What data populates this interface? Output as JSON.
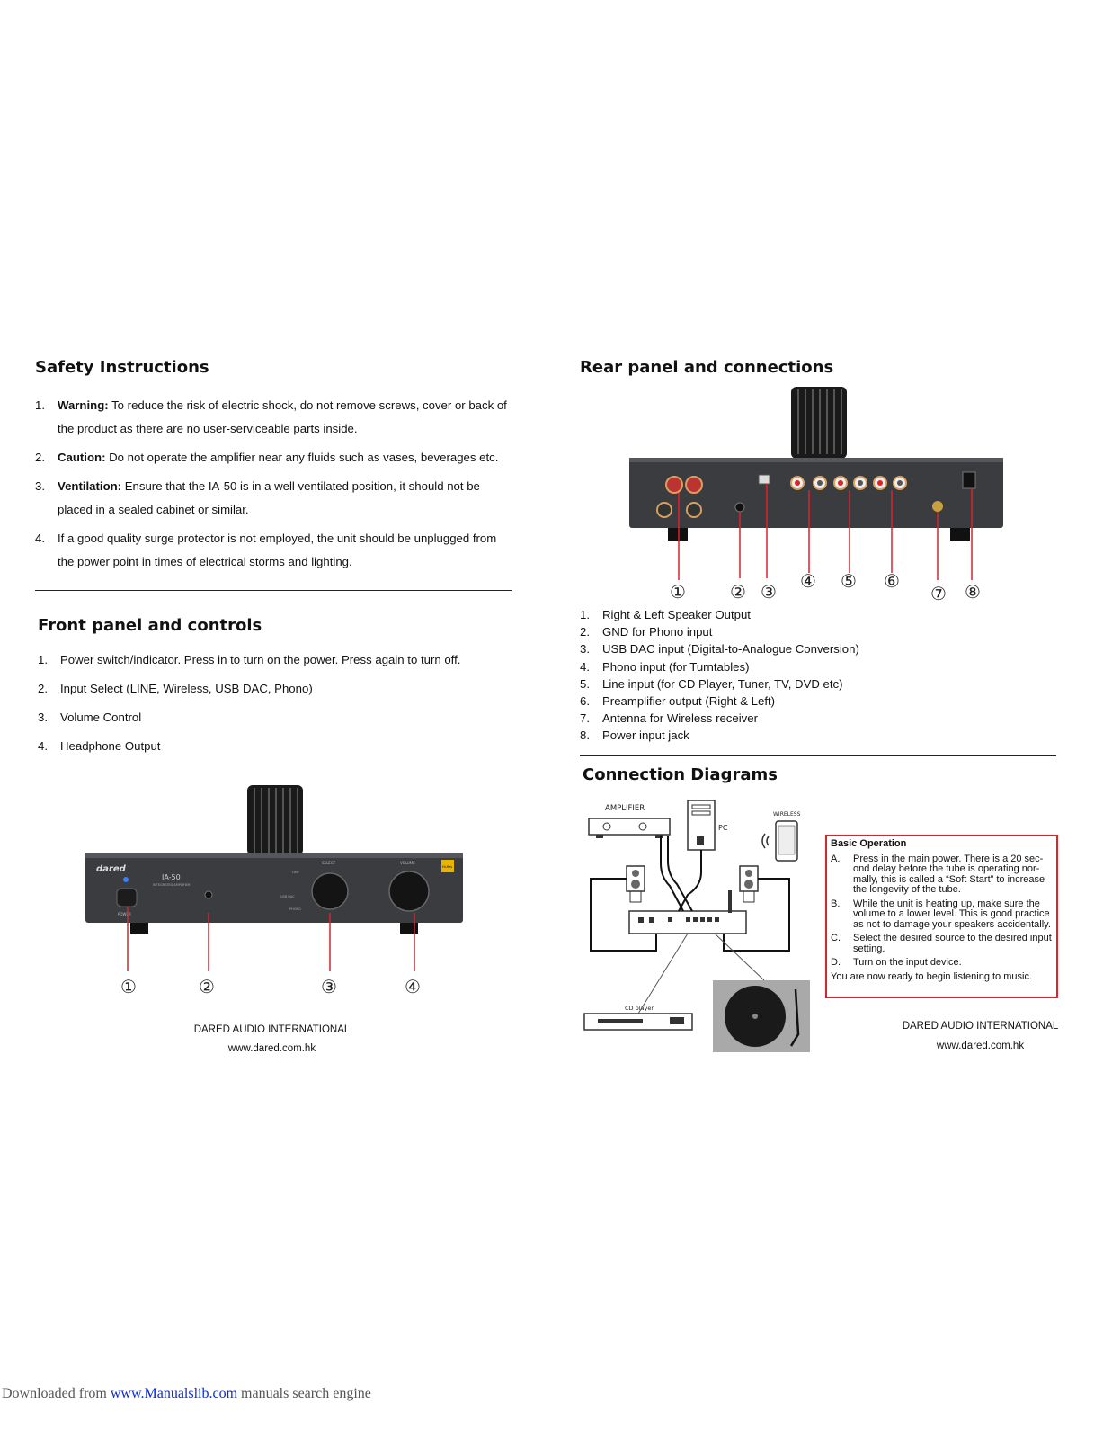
{
  "safety": {
    "title": "Safety Instructions",
    "items": [
      {
        "num": "1.",
        "bold": "Warning:",
        "text": " To reduce the risk of electric shock, do not remove screws, cover or back of",
        "text2": "the product as there are no user-serviceable parts inside."
      },
      {
        "num": "2.",
        "bold": "Caution:",
        "text": " Do not operate the amplifier near any fluids such as vases, beverages etc.",
        "text2": ""
      },
      {
        "num": "3.",
        "bold": "Ventilation:",
        "text": " Ensure that the IA-50 is in a well ventilated position, it should not be",
        "text2": "placed in a sealed cabinet or similar."
      },
      {
        "num": "4.",
        "bold": "",
        "text": "If a good quality surge protector is not employed, the unit should be unplugged from",
        "text2": "the power point in times of electrical storms and lighting."
      }
    ]
  },
  "front": {
    "title": "Front panel and controls",
    "items": [
      {
        "num": "1.",
        "text": "Power switch/indicator. Press in to turn on the power. Press again to turn off."
      },
      {
        "num": "2.",
        "text": "Input Select (LINE, Wireless, USB DAC, Phono)"
      },
      {
        "num": "3.",
        "text": "Volume Control"
      },
      {
        "num": "4.",
        "text": "Headphone Output"
      }
    ],
    "panel": {
      "brand": "dared",
      "model": "IA-50",
      "subtitle": "INTEGRATED AMPLIFIER",
      "power": "POWER",
      "select": "SELECT",
      "volume": "VOLUME",
      "line": "LINE",
      "usb": "USB DAC",
      "phono": "PHONO",
      "hires": "Hi-Res"
    },
    "callouts": [
      "①",
      "②",
      "③",
      "④"
    ]
  },
  "rear": {
    "title": "Rear panel and connections",
    "callouts": [
      "①",
      "②",
      "③",
      "④",
      "⑤",
      "⑥",
      "⑦",
      "⑧"
    ],
    "items": [
      {
        "num": "1.",
        "text": "Right & Left Speaker Output"
      },
      {
        "num": "2.",
        "text": "GND for Phono input"
      },
      {
        "num": "3.",
        "text": "USB DAC input (Digital-to-Analogue Conversion)"
      },
      {
        "num": "4.",
        "text": "Phono input (for Turntables)"
      },
      {
        "num": "5.",
        "text": "Line input (for CD Player, Tuner, TV, DVD etc)"
      },
      {
        "num": "6.",
        "text": "Preamplifier output (Right & Left)"
      },
      {
        "num": "7.",
        "text": "Antenna for Wireless receiver"
      },
      {
        "num": "8.",
        "text": "Power input jack"
      }
    ]
  },
  "diagram": {
    "title": "Connection Diagrams",
    "amplifier": "AMPLIFIER",
    "pc": "PC",
    "wireless": "WIRELESS",
    "cd": "CD player"
  },
  "basic": {
    "title": "Basic Operation",
    "items": [
      {
        "l": "A.",
        "t": "Press in the main power. There is a 20 sec-ond delay before the tube is operating nor-mally, this is called a “Soft Start” to increase the longevity of the tube."
      },
      {
        "l": "B.",
        "t": "While the unit is heating up, make sure the volume  to a lower level. This is good practice as not to damage your speakers accidentally."
      },
      {
        "l": "C.",
        "t": "Select the desired source to the desired input setting."
      },
      {
        "l": "D.",
        "t": "Turn on the input device."
      }
    ],
    "closing": "You are now ready to begin listening to music."
  },
  "footer": {
    "company": "DARED AUDIO INTERNATIONAL",
    "url": "www.dared.com.hk"
  },
  "download": {
    "prefix": "Downloaded from ",
    "link": "www.Manualslib.com",
    "suffix": " manuals search engine"
  }
}
